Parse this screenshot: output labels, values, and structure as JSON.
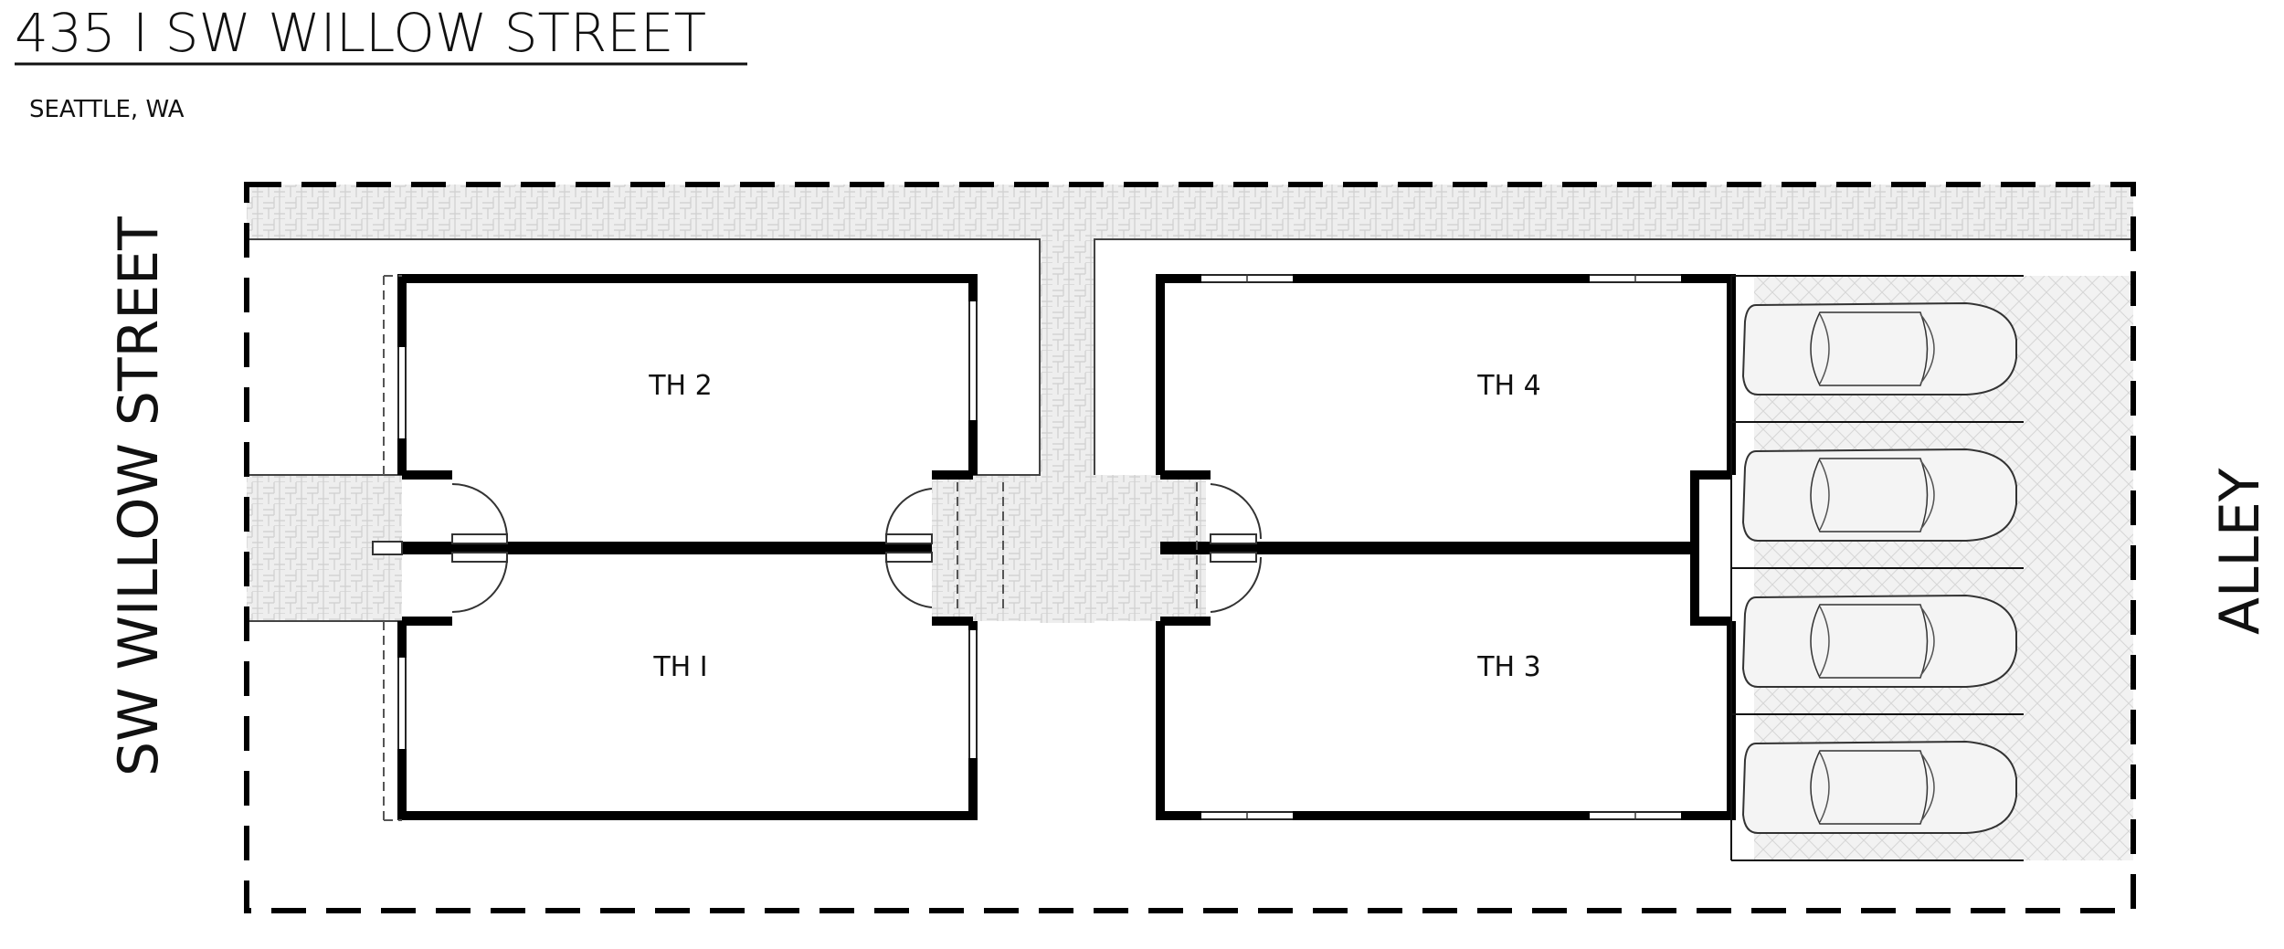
{
  "header": {
    "title": "435 I SW WILLOW STREET",
    "subtitle": "SEATTLE, WA"
  },
  "street_labels": {
    "left": "SW WILLOW STREET",
    "right": "ALLEY"
  },
  "units": {
    "th1": "TH I",
    "th2": "TH 2",
    "th3": "TH 3",
    "th4": "TH 4"
  },
  "parking": {
    "stall_count": 4
  },
  "colors": {
    "wall": "#000000",
    "paving": "#e9e9e9",
    "line": "#222222"
  }
}
